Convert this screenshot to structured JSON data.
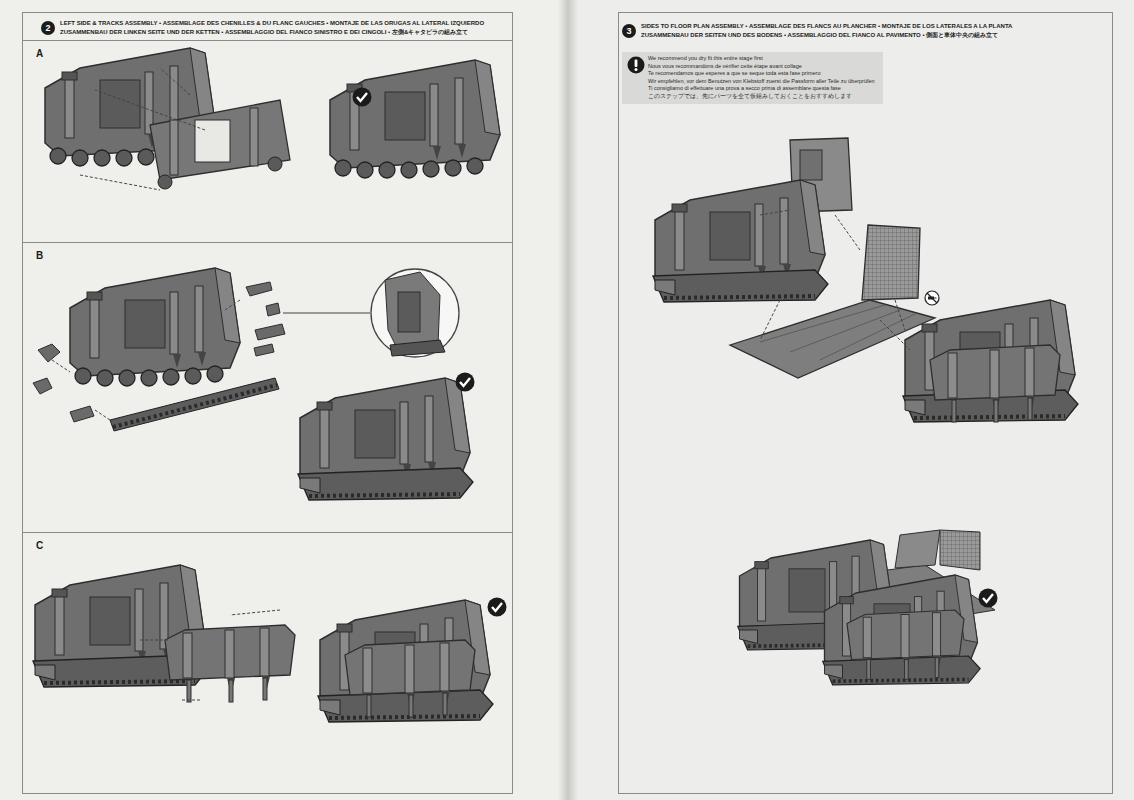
{
  "diagram": {
    "nodes": [
      {
        "text": [
          "2"
        ]
      },
      {
        "text": [
          "A"
        ]
      },
      {
        "text": [
          "B"
        ]
      },
      {
        "text": [
          "C"
        ]
      },
      {
        "text": [
          "3"
        ]
      },
      {
        "text": [
          "We recommend you dry fit this entire stage first",
          "Nous vous recommandons de vérifier cette étape avant collage",
          "Te recomendamos que esperes a que se seque toda esta fase primero",
          "Wir empfehlen, vor dem Benutzen von Klebstoff zuerst die Passform aller Teile zu überprüfen",
          "Ti consigliamo di effettuare una prova a secco prima di assemblare questa fase",
          "このステップでは、先にパーツを全て仮組みしておくことをおすすめします"
        ]
      }
    ],
    "labels": [
      "LEFT SIDE & TRACKS ASSEMBLY • ASSEMBLAGE DES CHENILLES & DU FLANC GAUCHES • MONTAJE DE LAS ORUGAS AL LATERAL IZQUIERDO",
      "ZUSAMMENBAU DER LINKEN SEITE UND DER KETTEN • ASSEMBLAGGIO DEL FIANCO SINISTRO E DEI CINGOLI • 左側&キャタピラの組み立て",
      "SIDES TO FLOOR PLAN ASSEMBLY • ASSEMBLAGE DES FLANCS AU PLANCHER • MONTAJE DE LOS LATERALES A LA PLANTA",
      "ZUSAMMENBAU DER SEITEN UND DES BODENS • ASSEMBLAGGIO DEL FIANCO AL PAVIMENTO • 側面と車体中央の組み立て"
    ]
  }
}
